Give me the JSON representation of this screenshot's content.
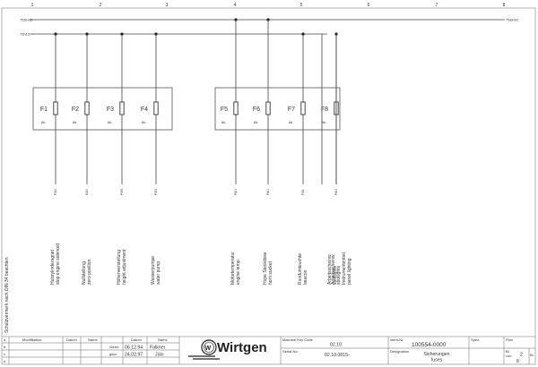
{
  "grid": {
    "columns": [
      "1",
      "2",
      "3",
      "4",
      "5",
      "6",
      "7",
      "8"
    ]
  },
  "rails": {
    "top": {
      "left_label": "75&H12",
      "right_label": "75&H31"
    },
    "second": {
      "left_label": "75h12"
    }
  },
  "fuses": [
    {
      "label": "F1",
      "amps": "8A",
      "wire": "P3/0",
      "desc": [
        "Hubzylinderagnet",
        "stop engine solenoid"
      ]
    },
    {
      "label": "F2",
      "amps": "8A",
      "wire": "K3/0",
      "desc": [
        "Nullstellung",
        "zero position"
      ]
    },
    {
      "label": "F3",
      "amps": "8A",
      "wire": "P3/5",
      "desc": [
        "Höhenverstellung",
        "height adjustment"
      ]
    },
    {
      "label": "F4",
      "amps": "8A",
      "wire": "P3/3",
      "desc": [
        "Wasserpumpe",
        "water pump"
      ]
    },
    {
      "label": "F5",
      "amps": "8A",
      "wire": "P8/1",
      "desc": [
        "Motortemperatur",
        "engine temp."
      ]
    },
    {
      "label": "F6",
      "amps": "8A",
      "wire": "P8/1",
      "desc": [
        "Hupe   Steckdose",
        "horn   socket"
      ]
    },
    {
      "label": "F7",
      "amps": "8A",
      "wire": "F3/1",
      "desc": [
        "Rundumleuchte",
        "beacon"
      ]
    },
    {
      "label": "F8",
      "amps": "8A",
      "wire": "P8/1",
      "desc": [
        "Arbeitsscheinw.",
        "spotlights"
      ]
    }
  ],
  "extra_descriptions": [
    [
      "Arbeitsscheinw.",
      "spotlights"
    ],
    [
      "Instrumentenbel.",
      "panel lighting"
    ]
  ],
  "side_note": "Schutzvermerk nach DIN 34 beachten",
  "title_block": {
    "rev_headers": [
      "Modifikation",
      "Datum",
      "Name"
    ],
    "rev_rows": [
      "a",
      "b",
      "c",
      "d"
    ],
    "drawn_header": {
      "date": "Datum",
      "name": "Name"
    },
    "drawn": {
      "label": "Gezei.",
      "date": "06.12.94",
      "name": "Falkner"
    },
    "checked": {
      "label": "gepr.",
      "date": "24.02.97",
      "name": "Jülo"
    },
    "company": "Wirtgen",
    "machine_key_label": "Machine Key Code",
    "machine_key": "02.10",
    "serial_label": "Serial-No.",
    "serial": "02.10.0815-",
    "ident_label": "Ident-Nr.",
    "ident": "100554-0000",
    "designation_label": "Designation",
    "designation_de": "Sicherungen",
    "designation_en": "fuses",
    "spec_label": "Spez.",
    "plan_label": "Plan",
    "sheet_label": "Bl.",
    "sheet_value": "2",
    "sheets_label": "von",
    "sheets_value": "8",
    "page_label": "Bl."
  }
}
